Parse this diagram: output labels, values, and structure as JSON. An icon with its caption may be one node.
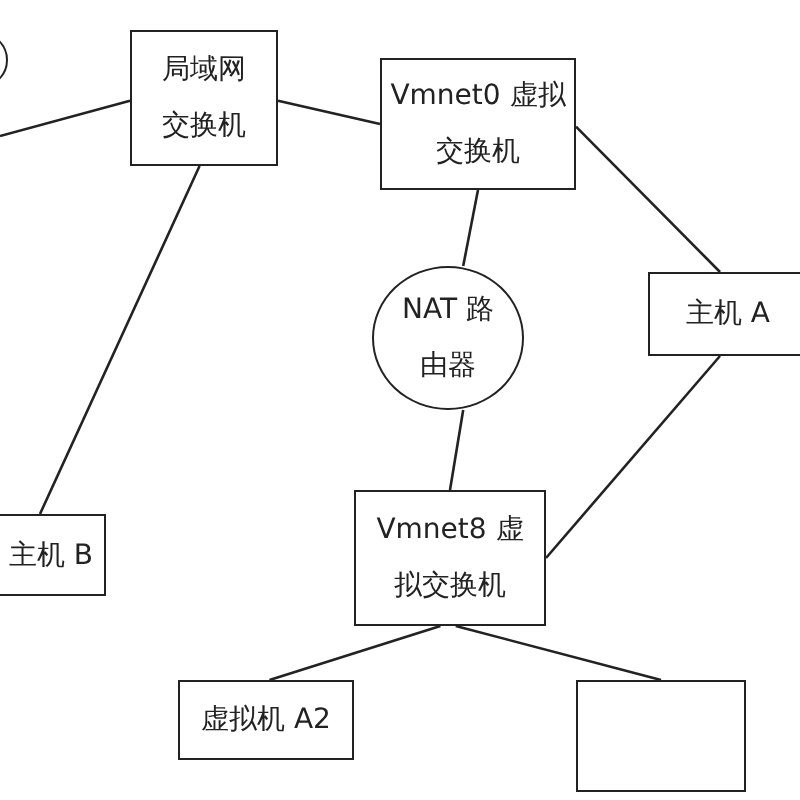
{
  "diagram": {
    "nodes": [
      {
        "text": [],
        "shape": "circle"
      },
      {
        "text": [
          "局域网交换机"
        ]
      },
      {
        "text": [
          "Vmnet0 虚拟交换机"
        ]
      },
      {
        "text": [
          "NAT 路由器"
        ]
      },
      {
        "text": [
          "主机 A"
        ]
      },
      {
        "text": [
          "主机 B"
        ]
      },
      {
        "text": [
          "Vmnet8 虚拟交换机"
        ]
      },
      {
        "text": [
          "虚拟机 A2"
        ]
      },
      {
        "text": [],
        "shape": "box"
      }
    ],
    "edges": [
      {
        "from": null,
        "to": 1,
        "arrow": "none"
      },
      {
        "from": 1,
        "to": 2,
        "arrow": "none"
      },
      {
        "from": 1,
        "to": 5,
        "arrow": "none"
      },
      {
        "from": 2,
        "to": 3,
        "arrow": "none"
      },
      {
        "from": 2,
        "to": 4,
        "arrow": "none"
      },
      {
        "from": 3,
        "to": 6,
        "arrow": "none"
      },
      {
        "from": 4,
        "to": 6,
        "arrow": "none"
      },
      {
        "from": 6,
        "to": 7,
        "arrow": "none"
      },
      {
        "from": 6,
        "to": 8,
        "arrow": "none"
      }
    ]
  }
}
